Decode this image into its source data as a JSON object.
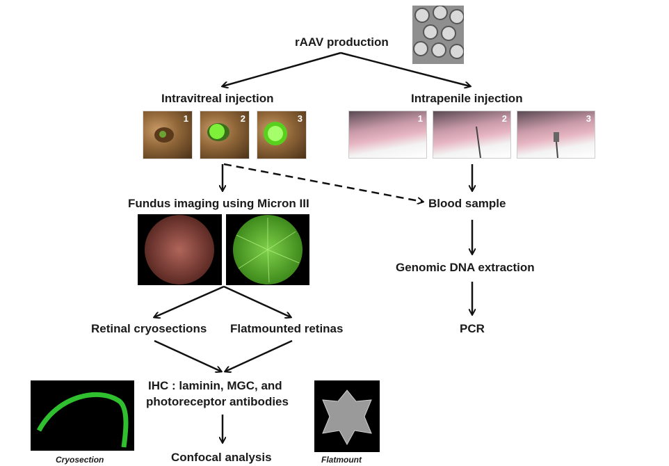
{
  "nodes": {
    "raav": "rAAV production",
    "intravitreal": "Intravitreal injection",
    "intrapenile": "Intrapenile injection",
    "fundus": "Fundus imaging using Micron III",
    "blood": "Blood sample",
    "genomic": "Genomic DNA extraction",
    "pcr": "PCR",
    "cryosections": "Retinal cryosections",
    "flatmounted": "Flatmounted retinas",
    "ihc_line1": "IHC : laminin, MGC, and",
    "ihc_line2": "photoreceptor antibodies",
    "confocal": "Confocal analysis"
  },
  "photo_numbers": [
    "1",
    "2",
    "3"
  ],
  "captions": {
    "cryosection": "Cryosection",
    "flatmount": "Flatmount"
  }
}
